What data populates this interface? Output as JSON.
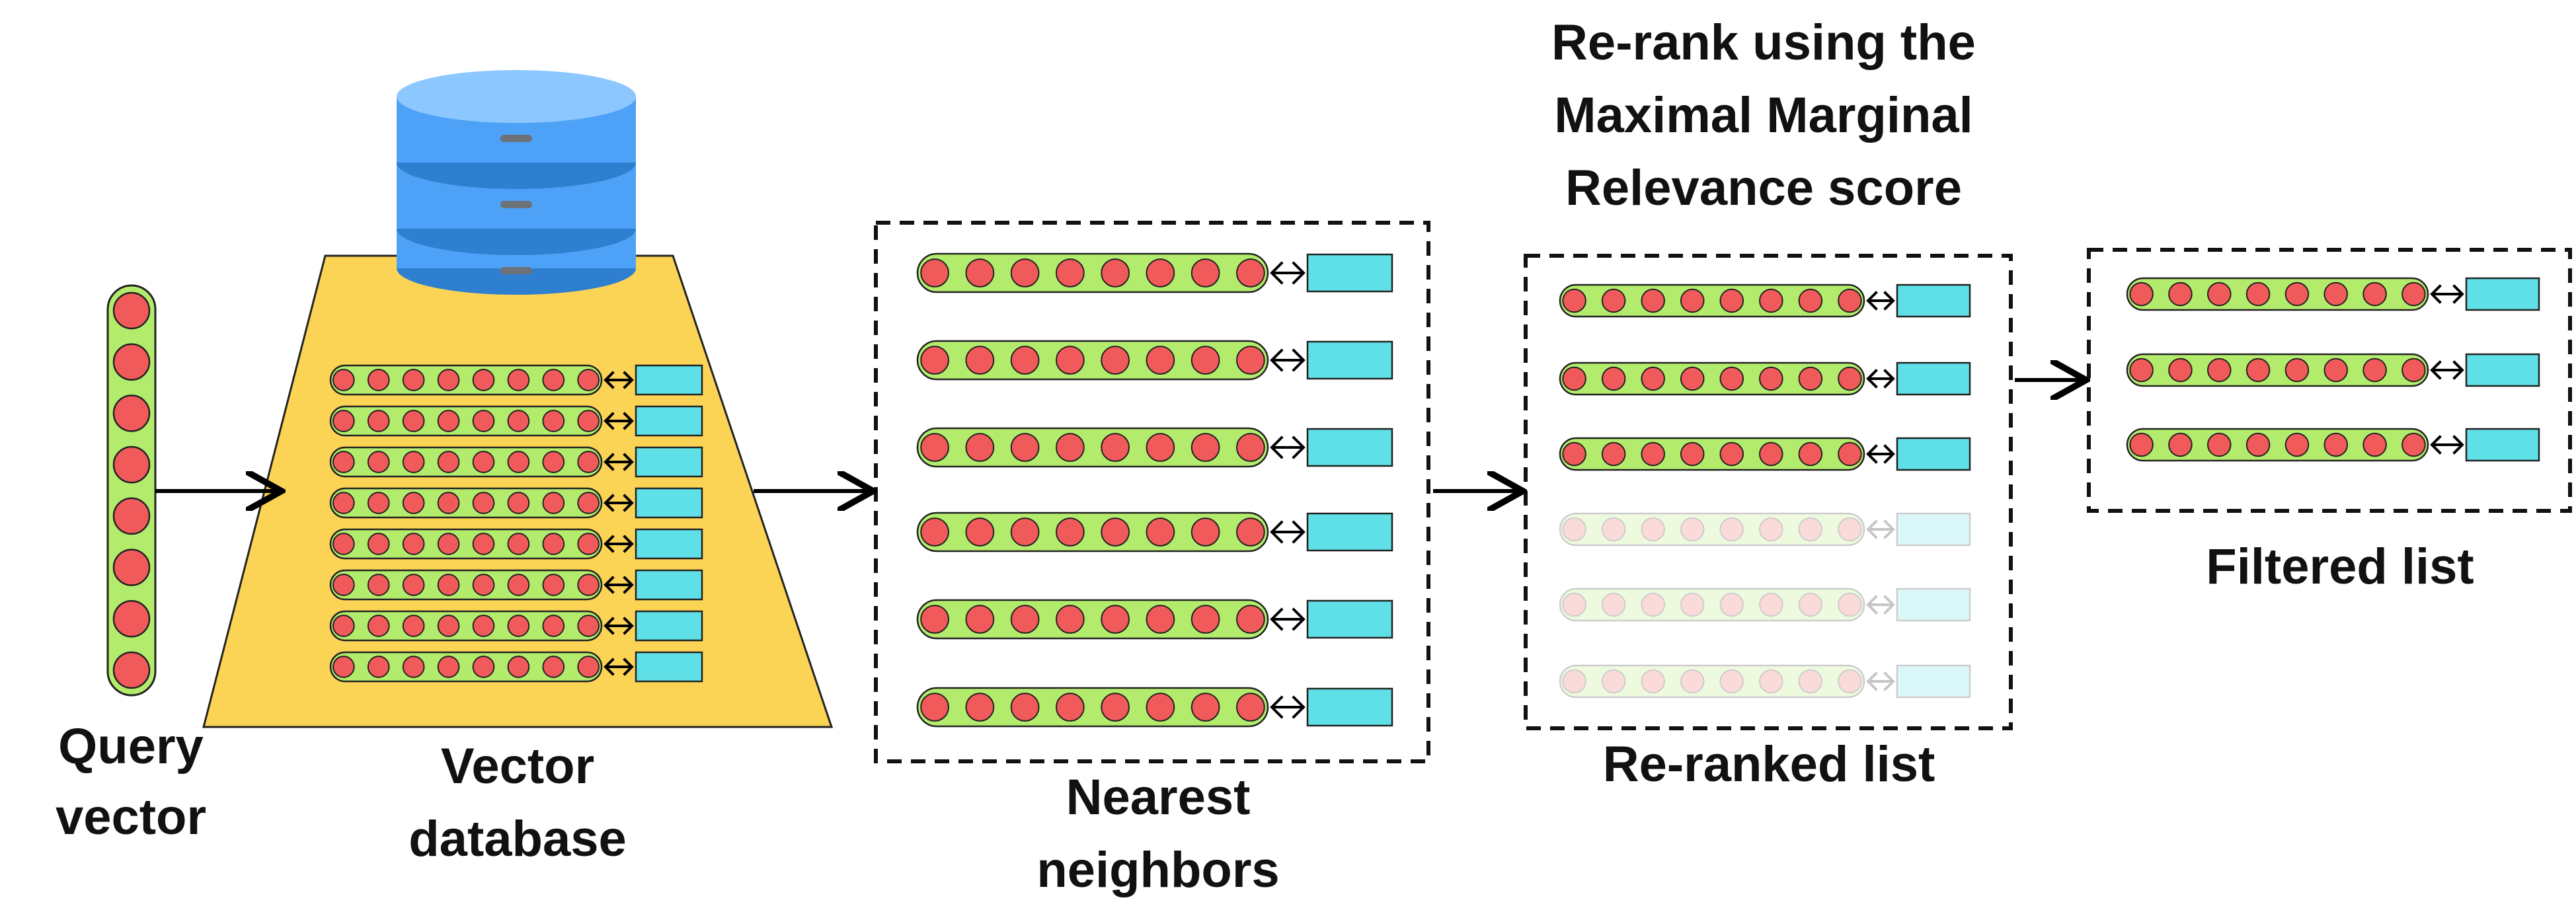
{
  "labels": {
    "query_line1": "Query",
    "query_line2": "vector",
    "db_line1": "Vector",
    "db_line2": "database",
    "nn_line1": "Nearest",
    "nn_line2": "neighbors",
    "rerank_title_line1": "Re-rank using the",
    "rerank_title_line2": "Maximal Marginal",
    "rerank_title_line3": "Relevance score",
    "reranked_list": "Re-ranked list",
    "filtered_list": "Filtered list"
  },
  "counts": {
    "query_circles": 8,
    "database_rows": 8,
    "nearest_neighbor_rows": 6,
    "reranked_rows": 6,
    "reranked_kept": 3,
    "filtered_rows": 3,
    "circles_per_vector": 8
  },
  "colors": {
    "vector_fill": "#b3ec6c",
    "circle_fill": "#f15a5a",
    "payload_box": "#5ee0e6",
    "database_trapezoid": "#fcd455",
    "cylinder_top": "#8cc7ff",
    "cylinder_body": "#4da2f7",
    "cylinder_dark": "#2f7fd0",
    "arrow": "#000000",
    "faded_opacity": "0.22"
  }
}
